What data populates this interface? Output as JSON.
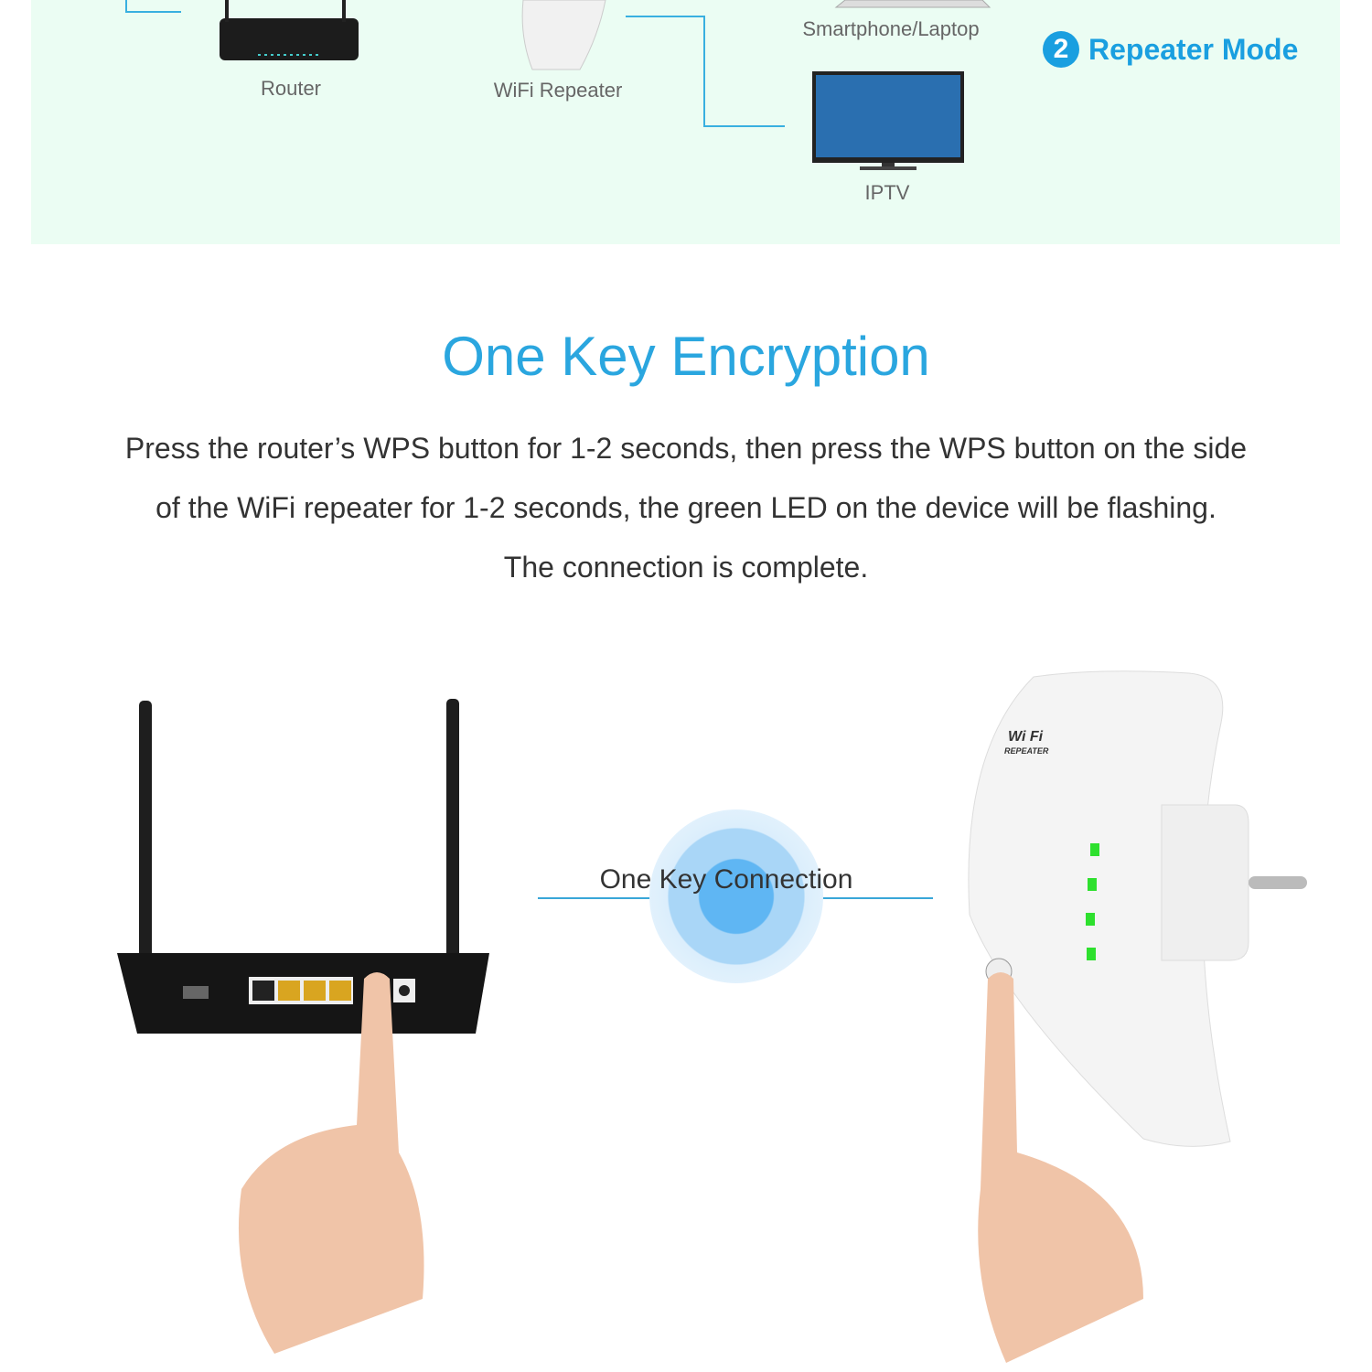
{
  "diagram": {
    "labels": {
      "router": "Router",
      "repeater": "WiFi Repeater",
      "smartphone_laptop": "Smartphone/Laptop",
      "iptv": "IPTV"
    },
    "mode": {
      "number": "2",
      "label": "Repeater Mode"
    }
  },
  "section": {
    "title": "One Key Encryption",
    "description_lines": [
      "Press the router’s WPS button for 1-2 seconds, then press the WPS button on the side",
      "of the WiFi repeater for 1-2 seconds, the green LED on the device will be flashing.",
      "The connection is complete."
    ]
  },
  "illustration": {
    "connection_label": "One Key Connection",
    "repeater_brand": "WiFi",
    "repeater_sub": "REPEATER"
  },
  "colors": {
    "accent": "#2aa6df",
    "panel_bg": "#ebfdf3",
    "led": "#2ee02e"
  }
}
